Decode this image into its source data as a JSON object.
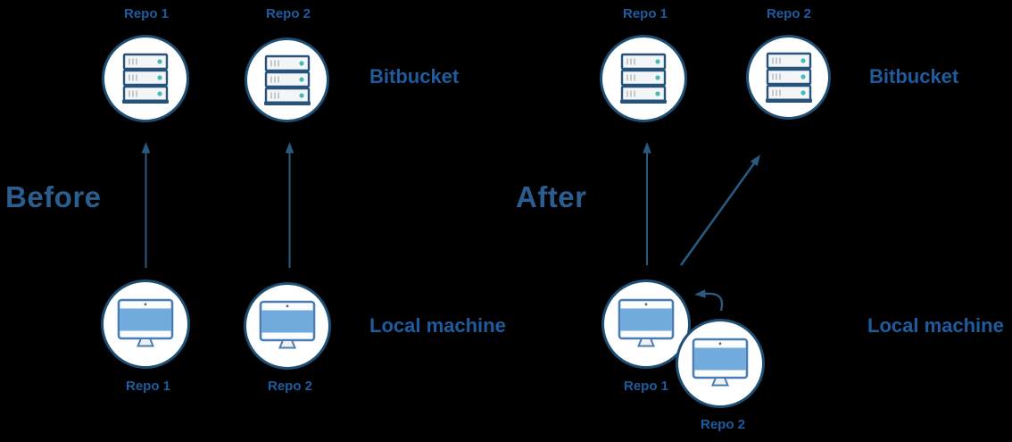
{
  "diagram": {
    "before": {
      "heading": "Before",
      "remote": {
        "repo1": "Repo 1",
        "repo2": "Repo 2",
        "label": "Bitbucket"
      },
      "local": {
        "repo1": "Repo 1",
        "repo2": "Repo 2",
        "label": "Local machine"
      }
    },
    "after": {
      "heading": "After",
      "remote": {
        "repo1": "Repo 1",
        "repo2": "Repo 2",
        "label": "Bitbucket"
      },
      "local": {
        "repo1": "Repo 1",
        "repo2": "Repo 2",
        "label": "Local machine"
      }
    },
    "colors": {
      "background": "#000000",
      "heading_text": "#2b5d8e",
      "label_text": "#1e5c9e",
      "circle_border": "#1d4e74",
      "arrow": "#2a5a80",
      "server_outline": "#27527a",
      "server_body": "#f4f5f7",
      "server_led": "#49b9b7",
      "monitor_outline": "#4a7db3",
      "monitor_screen": "#71aadd"
    }
  }
}
